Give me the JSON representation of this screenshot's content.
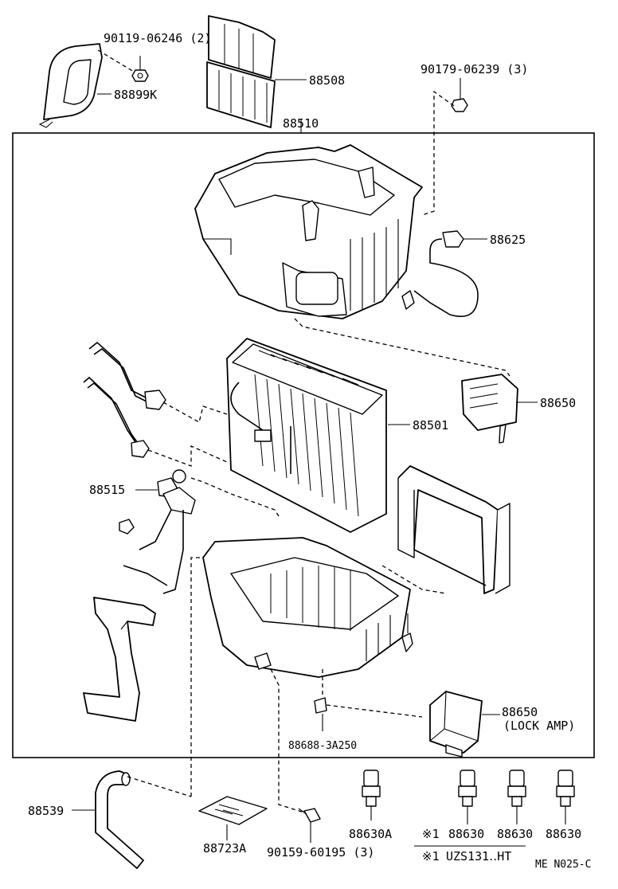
{
  "labels": {
    "bolt_top": "90119-06246 (2)",
    "bracket": "88899K",
    "filter": "88508",
    "housing_assy": "88510",
    "nut_top_right": "90179-06239 (3)",
    "thermistor": "88625",
    "amplifier": "88650",
    "evaporator": "88501",
    "expansion_valve": "88515",
    "lock_amp": "88650",
    "lock_amp_note": "(LOCK AMP)",
    "clip": "88688-3A250",
    "drain_hose": "88539",
    "label_sheet": "88723A",
    "screw_bottom": "90159-60195 (3)",
    "pressure_switch_a": "88630A",
    "pressure_switch_1_mark": "※1",
    "pressure_switch_1": "88630",
    "pressure_switch_2": "88630",
    "pressure_switch_3": "88630",
    "note_mark": "※1",
    "note_text": "UZS131‥HT",
    "diagram_code": "ME N025-C"
  }
}
